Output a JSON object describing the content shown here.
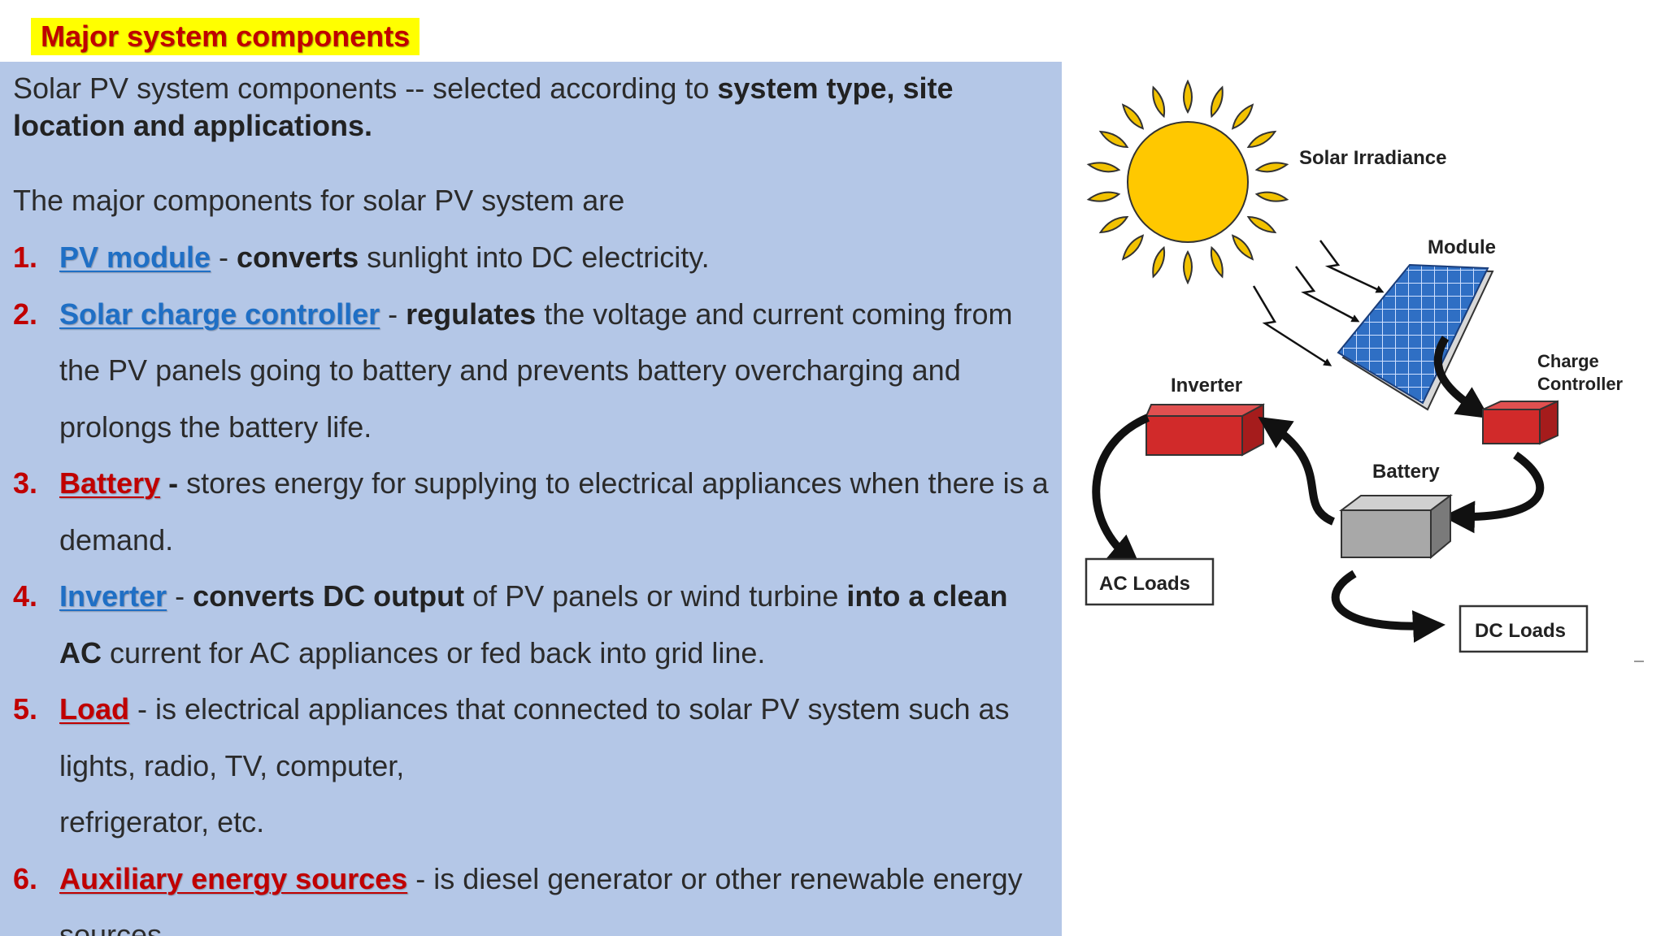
{
  "title": "Major system components",
  "intro": {
    "text": "Solar PV system components -- selected according to ",
    "bold": "system type, site location and applications."
  },
  "lead": "The major components for solar PV system are",
  "items": [
    {
      "num": "1.",
      "term": "PV module",
      "sep": " -  ",
      "b1": "converts",
      "t1": " sunlight into DC electricity."
    },
    {
      "num": "2.",
      "term": "Solar charge controller",
      "sep": " - ",
      "b1": "regulates",
      "t1": " the voltage and current coming from the PV panels going to battery and prevents battery overcharging and prolongs the battery life."
    },
    {
      "num": "3.",
      "term": "Battery",
      "sep": " - ",
      "t1": "stores energy for supplying to electrical appliances when there is a demand."
    },
    {
      "num": "4.",
      "term": "Inverter",
      "sep": "  - ",
      "b1": "converts DC output",
      "t1": " of PV panels or wind turbine ",
      "b2": "into a clean AC",
      "t2": " current for AC appliances or fed back into grid line."
    },
    {
      "num": "5.",
      "term": "Load",
      "sep": " - ",
      "t1": "is electrical appliances that connected to solar PV system such as lights, radio, TV, computer,",
      "t2": "refrigerator, etc."
    },
    {
      "num": "6.",
      "term": "Auxiliary energy sources",
      "sep": " - ",
      "t1": "is diesel generator or other renewable energy sources."
    }
  ],
  "diagram": {
    "solar_irradiance": "Solar Irradiance",
    "module": "Module",
    "charge_controller_1": "Charge",
    "charge_controller_2": "Controller",
    "inverter": "Inverter",
    "battery": "Battery",
    "ac_loads": "AC Loads",
    "dc_loads": "DC Loads"
  },
  "colors": {
    "title_bg": "#ffff00",
    "title_text": "#c00000",
    "panel_bg": "#b4c7e7",
    "link_blue": "#1f6fc5",
    "link_red": "#c00000",
    "sun": "#ffc800",
    "module_blue": "#2f6fc4",
    "box_red": "#d12a2a",
    "battery_grey": "#a8a8a8"
  }
}
